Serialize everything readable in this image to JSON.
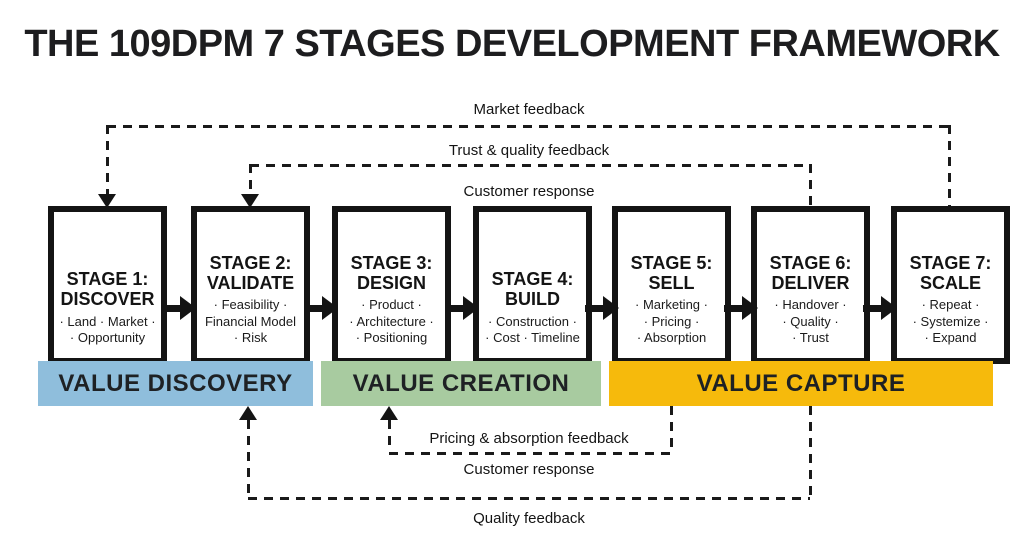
{
  "title": "THE 109DPM 7 STAGES DEVELOPMENT FRAMEWORK",
  "top_feedback": {
    "market": "Market feedback",
    "trust": "Trust & quality feedback",
    "customer": "Customer response"
  },
  "stages": [
    {
      "stage": "STAGE 1:",
      "name": "DISCOVER",
      "lines": [
        "· Land · Market ·",
        "· Opportunity"
      ]
    },
    {
      "stage": "STAGE 2:",
      "name": "VALIDATE",
      "lines": [
        "· Feasibility ·",
        "Financial Model",
        "· Risk"
      ]
    },
    {
      "stage": "STAGE 3:",
      "name": "DESIGN",
      "lines": [
        "· Product ·",
        "· Architecture ·",
        "· Positioning"
      ]
    },
    {
      "stage": "STAGE 4:",
      "name": "BUILD",
      "lines": [
        "· Construction ·",
        "· Cost · Timeline"
      ]
    },
    {
      "stage": "STAGE 5:",
      "name": "SELL",
      "lines": [
        "· Marketing ·",
        "· Pricing ·",
        "· Absorption"
      ]
    },
    {
      "stage": "STAGE 6:",
      "name": "DELIVER",
      "lines": [
        "· Handover ·",
        "· Quality ·",
        "· Trust"
      ]
    },
    {
      "stage": "STAGE 7:",
      "name": "SCALE",
      "lines": [
        "· Repeat ·",
        "· Systemize ·",
        "· Expand"
      ]
    }
  ],
  "bands": [
    {
      "label": "VALUE DISCOVERY",
      "color": "#8fbedc"
    },
    {
      "label": "VALUE CREATION",
      "color": "#a8cba0"
    },
    {
      "label": "VALUE CAPTURE",
      "color": "#f6ba0c"
    }
  ],
  "bottom_feedback": {
    "pricing": "Pricing & absorption feedback",
    "customer": "Customer response",
    "quality": "Quality feedback"
  },
  "colors": {
    "line": "#1a1a1a",
    "box_border": "#141414",
    "title_text": "#1d1d1f",
    "band_text": "#1e2124",
    "background": "#ffffff"
  }
}
